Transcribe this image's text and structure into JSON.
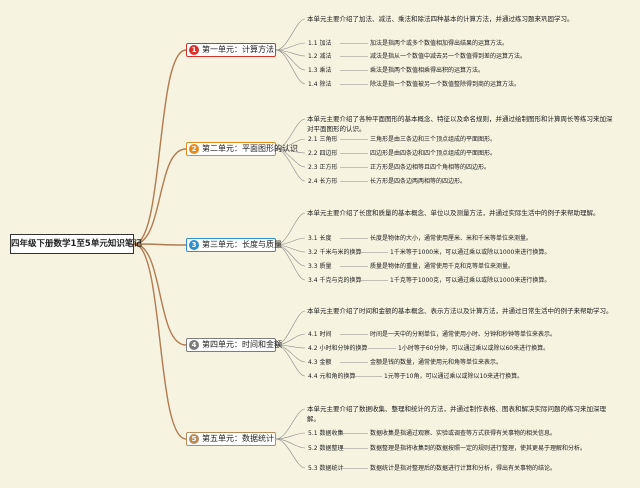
{
  "root": {
    "title": "四年级下册数学1至5单元知识笔记"
  },
  "colors": {
    "branch": "#b27b52",
    "leaf_line": "#8a8a8a",
    "badge1": "#d6322a",
    "badge2": "#e58a1e",
    "badge3": "#2b8fd0",
    "badge4": "#7c7c7c",
    "badge5": "#b98a5a"
  },
  "units": [
    {
      "num": "1",
      "title": "第一单元：计算方法",
      "intro": "本单元主要介绍了加法、减法、乘法和除法四种基本的计算方法，并通过练习题来巩固学习。",
      "items": [
        {
          "label": "1.1 加法",
          "desc": "加法是指两个或多个数值相加得出结果的运算方法。"
        },
        {
          "label": "1.2 减法",
          "desc": "减法是指从一个数值中减去另一个数值得到差的运算方法。"
        },
        {
          "label": "1.3 乘法",
          "desc": "乘法是指两个数值相乘得出积的运算方法。"
        },
        {
          "label": "1.4 除法",
          "desc": "除法是指一个数值被另一个数值整除得到商的运算方法。"
        }
      ]
    },
    {
      "num": "2",
      "title": "第二单元：平面图形的认识",
      "intro": "本单元主要介绍了各种平面图形的基本概念、特征以及命名规则，并通过绘制图形和计算周长等练习来加深对平面图形的认识。",
      "items": [
        {
          "label": "2.1 三角形",
          "desc": "三角形是由三条边和三个顶点组成的平面图形。"
        },
        {
          "label": "2.2 四边形",
          "desc": "四边形是由四条边和四个顶点组成的平面图形。"
        },
        {
          "label": "2.3 正方形",
          "desc": "正方形是四条边相等且四个角相等的四边形。"
        },
        {
          "label": "2.4 长方形",
          "desc": "长方形是四条边两两相等的四边形。"
        }
      ]
    },
    {
      "num": "3",
      "title": "第三单元：长度与质量",
      "intro": "本单元主要介绍了长度和质量的基本概念、单位以及测量方法，并通过实际生活中的例子来帮助理解。",
      "items": [
        {
          "label": "3.1 长度",
          "desc": "长度是物体的大小，通常使用厘米、米和千米等单位来测量。"
        },
        {
          "label": "3.2 千米与米的换算",
          "desc": "1千米等于1000米，可以通过乘以或除以1000来进行换算。"
        },
        {
          "label": "3.3 质量",
          "desc": "质量是物体的重量，通常使用千克和克等单位来测量。"
        },
        {
          "label": "3.4 千克与克的换算",
          "desc": "1千克等于1000克，可以通过乘以或除以1000来进行换算。"
        }
      ]
    },
    {
      "num": "4",
      "title": "第四单元：时间和金额",
      "intro": "本单元主要介绍了时间和金额的基本概念、表示方法以及计算方法，并通过日常生活中的例子来帮助学习。",
      "items": [
        {
          "label": "4.1 时间",
          "desc": "时间是一天中的分割单位，通常使用小时、分钟和秒钟等单位来表示。"
        },
        {
          "label": "4.2 小时和分钟的换算",
          "desc": "1小时等于60分钟，可以通过乘以或除以60来进行换算。"
        },
        {
          "label": "4.3 金额",
          "desc": "金额是钱的数量，通常使用元和角等单位来表示。"
        },
        {
          "label": "4.4 元和角的换算",
          "desc": "1元等于10角，可以通过乘以或除以10来进行换算。"
        }
      ]
    },
    {
      "num": "5",
      "title": "第五单元：数据统计",
      "intro": "本单元主要介绍了数据收集、整理和统计的方法，并通过制作表格、图表和解决实际问题的练习来加深理解。",
      "items": [
        {
          "label": "5.1 数据收集",
          "desc": "数据收集是指通过观察、实验或调查等方式获得有关事物的相关信息。"
        },
        {
          "label": "5.2 数据整理",
          "desc": "数据整理是指将收集到的数据按照一定的规则进行整理，使其更易于理解和分析。"
        },
        {
          "label": "5.3 数据统计",
          "desc": "数据统计是指对整理后的数据进行计算和分析，得出有关事物的结论。"
        }
      ]
    }
  ]
}
